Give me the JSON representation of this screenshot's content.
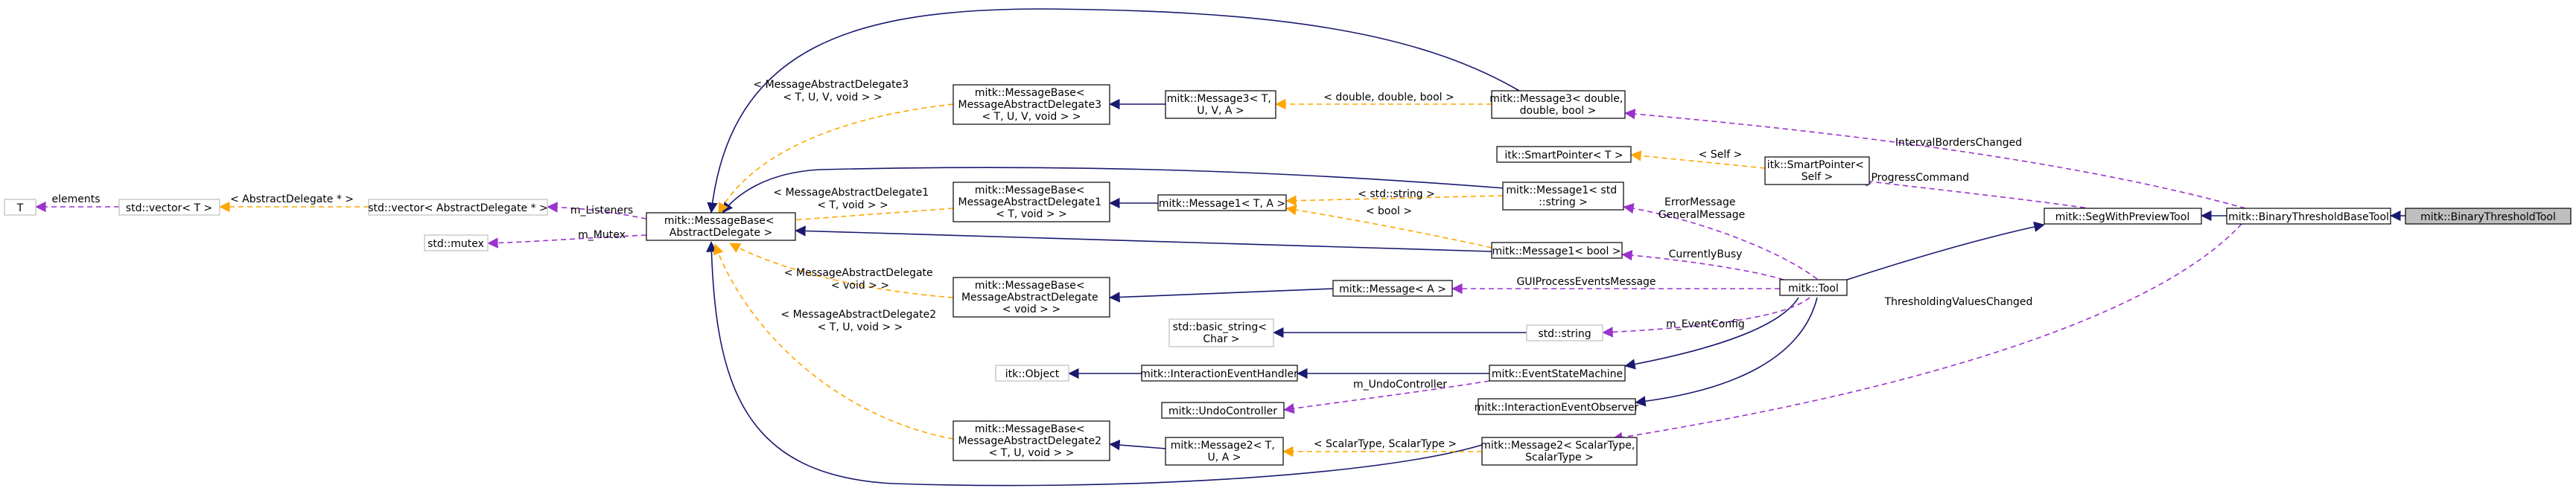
{
  "colors": {
    "inheritance": "#191970",
    "template": "#ffa500",
    "usage": "#9a32cd",
    "focus_fill": "#bfbfbf"
  },
  "nodes": [
    {
      "id": "binary-threshold-tool",
      "lines": [
        "mitk::BinaryThresholdTool"
      ]
    },
    {
      "id": "binary-threshold-base-tool",
      "lines": [
        "mitk::BinaryThresholdBaseTool"
      ]
    },
    {
      "id": "seg-with-preview-tool",
      "lines": [
        "mitk::SegWithPreviewTool"
      ]
    },
    {
      "id": "smart-pointer-self",
      "lines": [
        "itk::SmartPointer<",
        "Self >"
      ]
    },
    {
      "id": "smart-pointer-t",
      "lines": [
        "itk::SmartPointer< T >"
      ]
    },
    {
      "id": "message3-double",
      "lines": [
        "mitk::Message3< double,",
        "double, bool >"
      ]
    },
    {
      "id": "message3-tuv",
      "lines": [
        "mitk::Message3< T,",
        "U, V, A >"
      ]
    },
    {
      "id": "message-base-delegate3",
      "lines": [
        "mitk::MessageBase<",
        "MessageAbstractDelegate3",
        "< T, U, V, void > >"
      ]
    },
    {
      "id": "message1-std-string",
      "lines": [
        "mitk::Message1< std",
        "::string >"
      ]
    },
    {
      "id": "message1-ta",
      "lines": [
        "mitk::Message1< T, A >"
      ]
    },
    {
      "id": "message-base-delegate1",
      "lines": [
        "mitk::MessageBase<",
        "MessageAbstractDelegate1",
        "< T, void > >"
      ]
    },
    {
      "id": "message-base-abstract",
      "lines": [
        "mitk::MessageBase<",
        "AbstractDelegate >"
      ]
    },
    {
      "id": "vector-abstract-delegate",
      "lines": [
        "std::vector< AbstractDelegate * >"
      ]
    },
    {
      "id": "vector-t",
      "lines": [
        "std::vector< T >"
      ]
    },
    {
      "id": "template-t",
      "lines": [
        "T"
      ]
    },
    {
      "id": "std-mutex",
      "lines": [
        "std::mutex"
      ]
    },
    {
      "id": "message1-bool",
      "lines": [
        "mitk::Message1< bool >"
      ]
    },
    {
      "id": "tool",
      "lines": [
        "mitk::Tool"
      ]
    },
    {
      "id": "message-a",
      "lines": [
        "mitk::Message< A >"
      ]
    },
    {
      "id": "message-base-delegate",
      "lines": [
        "mitk::MessageBase<",
        "MessageAbstractDelegate",
        "< void > >"
      ]
    },
    {
      "id": "basic-string",
      "lines": [
        "std::basic_string<",
        "Char >"
      ]
    },
    {
      "id": "std-string",
      "lines": [
        "std::string"
      ]
    },
    {
      "id": "itk-object",
      "lines": [
        "itk::Object"
      ]
    },
    {
      "id": "interaction-event-handler",
      "lines": [
        "mitk::InteractionEventHandler"
      ]
    },
    {
      "id": "event-state-machine",
      "lines": [
        "mitk::EventStateMachine"
      ]
    },
    {
      "id": "undo-controller",
      "lines": [
        "mitk::UndoController"
      ]
    },
    {
      "id": "interaction-event-observer",
      "lines": [
        "mitk::InteractionEventObserver"
      ]
    },
    {
      "id": "message-base-delegate2",
      "lines": [
        "mitk::MessageBase<",
        "MessageAbstractDelegate2",
        "< T, U, void > >"
      ]
    },
    {
      "id": "message2-tu",
      "lines": [
        "mitk::Message2< T,",
        "U, A >"
      ]
    },
    {
      "id": "message2-scalar",
      "lines": [
        "mitk::Message2< ScalarType,",
        "ScalarType >"
      ]
    }
  ],
  "edge_labels": [
    {
      "id": "interval-borders-changed",
      "lines": [
        "IntervalBordersChanged"
      ]
    },
    {
      "id": "self",
      "lines": [
        "< Self >"
      ]
    },
    {
      "id": "m-progress-command",
      "lines": [
        "m_ProgressCommand"
      ]
    },
    {
      "id": "double-double-bool",
      "lines": [
        "< double, double, bool >"
      ]
    },
    {
      "id": "mad3-tuv",
      "lines": [
        "< MessageAbstractDelegate3",
        "< T, U, V, void > >"
      ]
    },
    {
      "id": "std-string-arg",
      "lines": [
        "< std::string >"
      ]
    },
    {
      "id": "bool-arg",
      "lines": [
        "< bool >"
      ]
    },
    {
      "id": "mad1-t",
      "lines": [
        "< MessageAbstractDelegate1",
        "< T, void > >"
      ]
    },
    {
      "id": "error-general-message",
      "lines": [
        "ErrorMessage",
        "GeneralMessage"
      ]
    },
    {
      "id": "abstract-delegate-ptr",
      "lines": [
        "< AbstractDelegate * >"
      ]
    },
    {
      "id": "m-listeners",
      "lines": [
        "m_Listeners"
      ]
    },
    {
      "id": "elements",
      "lines": [
        "elements"
      ]
    },
    {
      "id": "m-mutex",
      "lines": [
        "m_Mutex"
      ]
    },
    {
      "id": "currently-busy",
      "lines": [
        "CurrentlyBusy"
      ]
    },
    {
      "id": "gui-process-events",
      "lines": [
        "GUIProcessEventsMessage"
      ]
    },
    {
      "id": "mad-void",
      "lines": [
        "< MessageAbstractDelegate",
        "< void > >"
      ]
    },
    {
      "id": "thresholding-values-changed",
      "lines": [
        "ThresholdingValuesChanged"
      ]
    },
    {
      "id": "m-event-config",
      "lines": [
        "m_EventConfig"
      ]
    },
    {
      "id": "mad2-tu",
      "lines": [
        "< MessageAbstractDelegate2",
        "< T, U, void > >"
      ]
    },
    {
      "id": "m-undo-controller",
      "lines": [
        "m_UndoController"
      ]
    },
    {
      "id": "scalar-scalar",
      "lines": [
        "< ScalarType, ScalarType >"
      ]
    }
  ]
}
